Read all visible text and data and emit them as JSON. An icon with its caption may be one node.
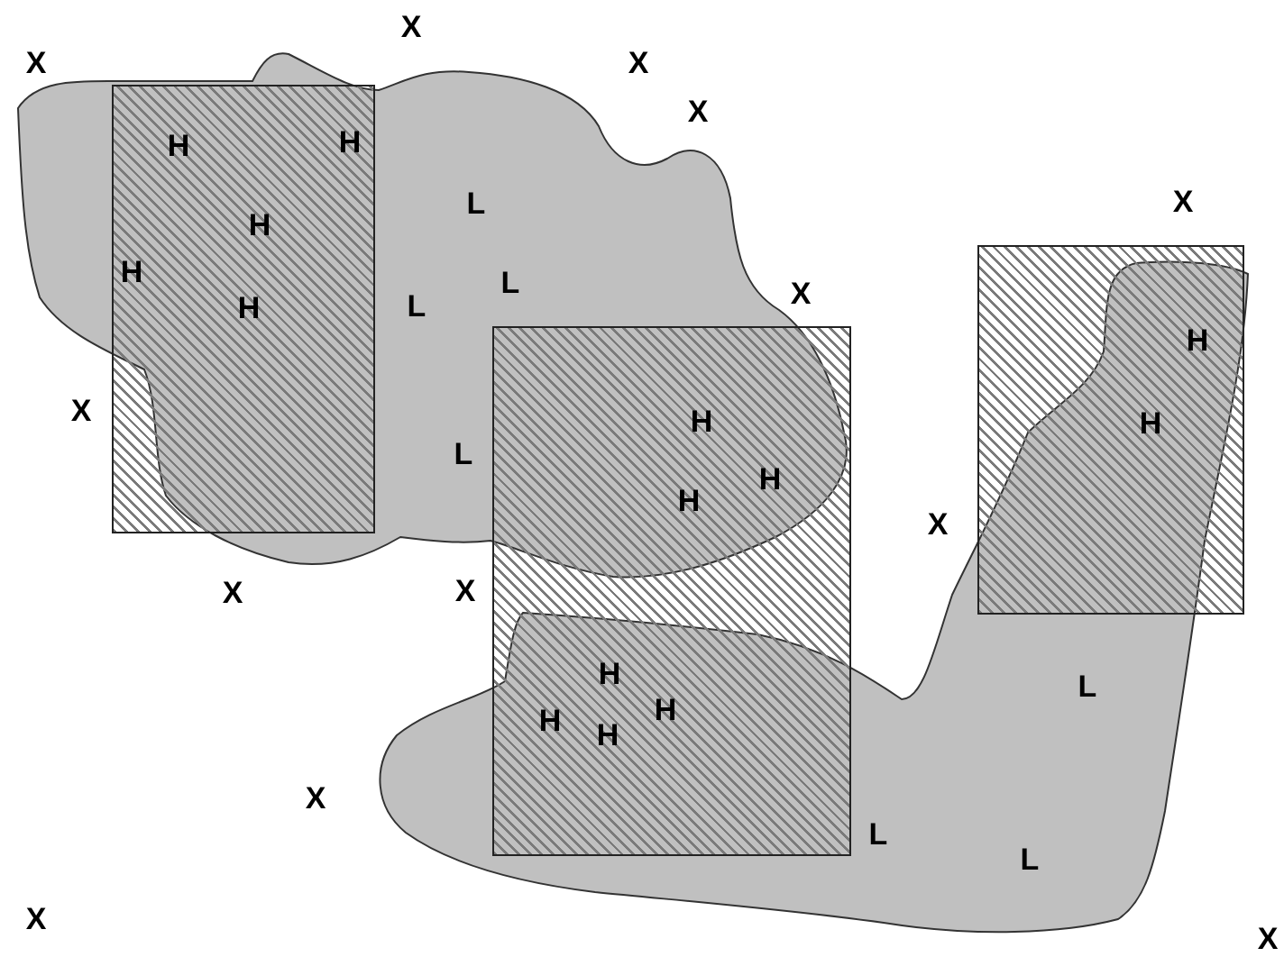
{
  "diagram": {
    "nodes": [
      {
        "text": [
          "H",
          "H",
          "H",
          "H",
          "H"
        ]
      },
      {
        "text": [
          "H",
          "H",
          "H",
          "H",
          "H",
          "H",
          "H"
        ]
      },
      {
        "text": [
          "H",
          "H"
        ]
      }
    ],
    "labels": [
      "X",
      "X",
      "X",
      "X",
      "X",
      "L",
      "L",
      "X",
      "L",
      "X",
      "L",
      "X",
      "X",
      "X",
      "L",
      "X",
      "L",
      "L",
      "X",
      "X"
    ]
  }
}
